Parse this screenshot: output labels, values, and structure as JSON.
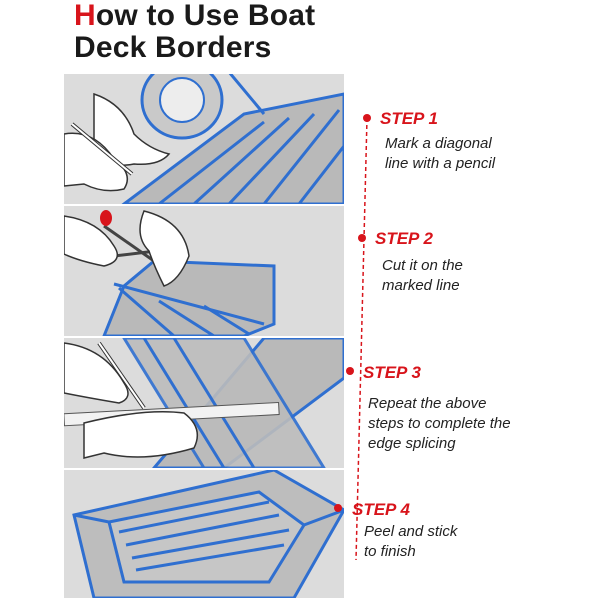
{
  "title": {
    "first_letter": "H",
    "line1_rest": "ow to Use Boat",
    "line2": "Deck Borders"
  },
  "colors": {
    "accent": "#d8141b",
    "deck_stripe": "#2f6fd0",
    "deck_fill": "#b6b6b6",
    "panel_bg": "#d9d9d9"
  },
  "steps": [
    {
      "label": "STEP 1",
      "lines": [
        "Mark a diagonal",
        "line with a pencil"
      ]
    },
    {
      "label": "STEP 2",
      "lines": [
        "Cut it on the",
        "marked line"
      ]
    },
    {
      "label": "STEP 3",
      "lines": [
        "Repeat the above",
        "steps to complete the",
        "edge splicing"
      ]
    },
    {
      "label": "STEP 4",
      "lines": [
        "Peel and stick",
        "to finish"
      ]
    }
  ]
}
